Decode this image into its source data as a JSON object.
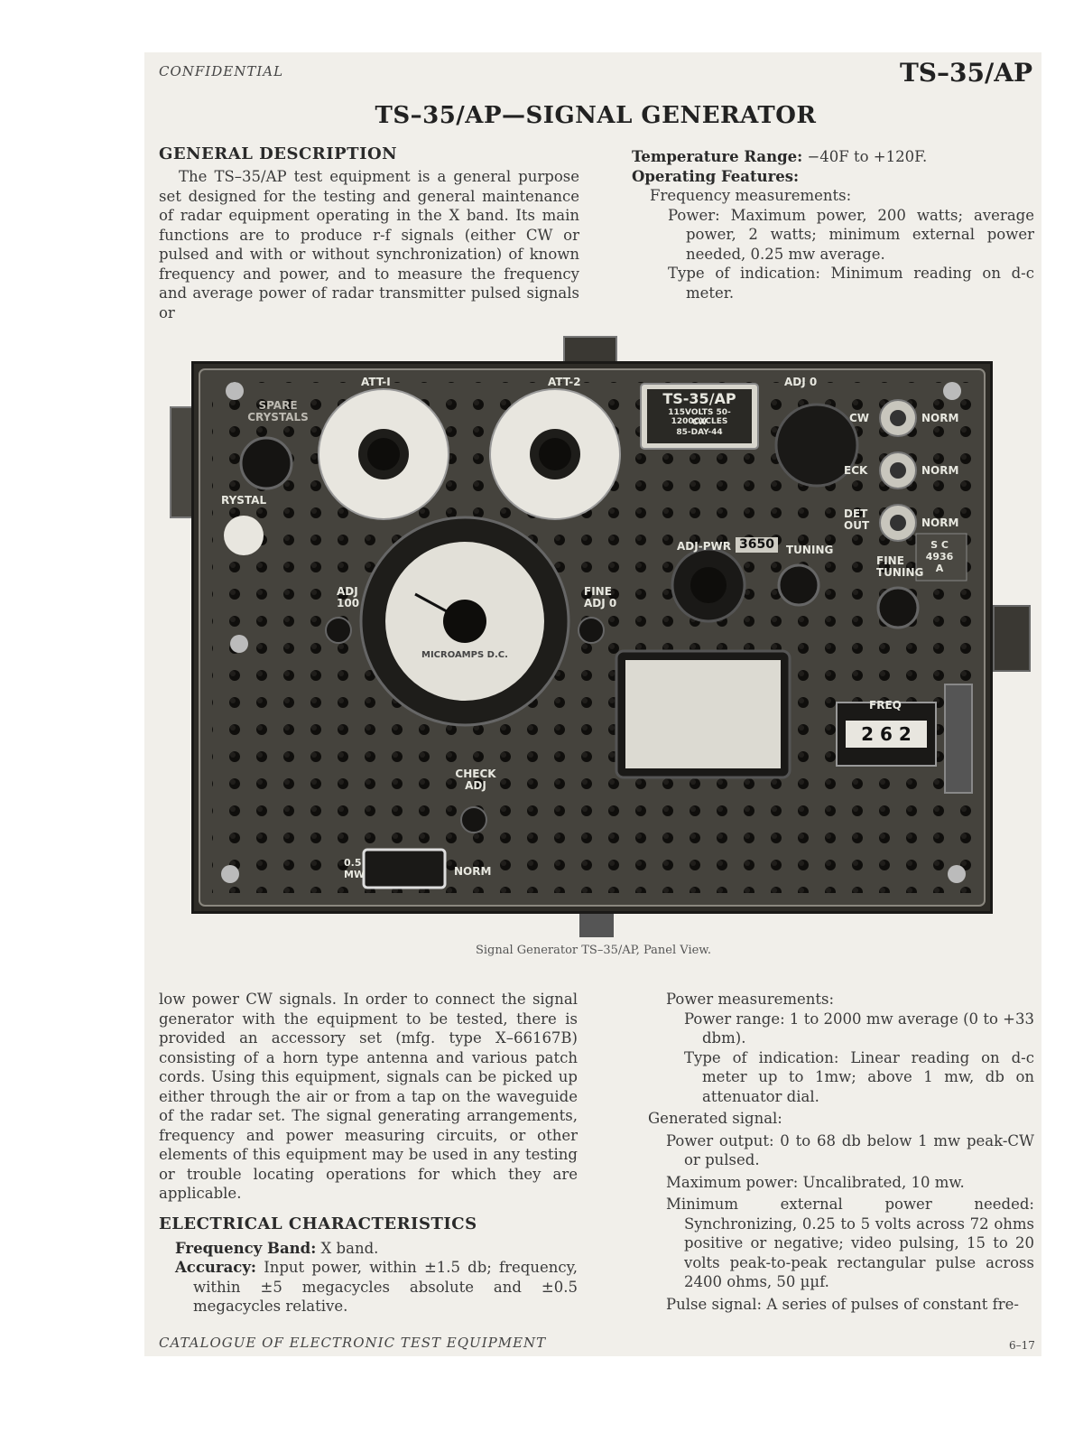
{
  "header": {
    "left": "CONFIDENTIAL",
    "right": "TS–35/AP"
  },
  "title": "TS–35/AP—SIGNAL GENERATOR",
  "general": {
    "heading": "GENERAL DESCRIPTION",
    "text": "The TS–35/AP test equipment is a general purpose set designed for the testing and general maintenance of radar equipment operating in the X band. Its main functions are to produce r-f signals (either CW or pulsed and with or without synchronization) of known frequency and power, and to measure the frequency and average power of radar transmitter pulsed signals or"
  },
  "right_top": {
    "temp_label": "Temperature Range:",
    "temp_value": "−40F to +120F.",
    "operating_label": "Operating Features:",
    "freq_meas": "Frequency measurements:",
    "power_line": "Power: Maximum power, 200 watts; average power, 2 watts; minimum external power needed, 0.25 mw average.",
    "type_line": "Type of indication: Minimum reading on d-c meter."
  },
  "photo": {
    "labels": {
      "att1": "ATT-I",
      "att2": "ATT-2",
      "adj0": "ADJ 0",
      "spare": "SPARE CRYSTALS",
      "crystal": "RYSTAL",
      "adj100": "ADJ 100",
      "fine_adj0": "FINE ADJ 0",
      "adjpwr": "ADJ-PWR",
      "reading": "3650",
      "tuning": "TUNING",
      "fine_tuning": "FINE TUNING",
      "cw": "CW",
      "norm1": "NORM",
      "eck": "ECK",
      "norm2": "NORM",
      "det_out": "DET OUT",
      "norm3": "NORM",
      "sc": "S C 4936 A",
      "freq": "FREQ",
      "counter": "2 6 2",
      "check_adj": "CHECK ADJ",
      "mw": "0.5 MW",
      "norm4": "NORM",
      "micro": "MICROAMPS D.C.",
      "plate_title": "TS-35/AP",
      "plate_l2": "115VOLTS 50-1200CYCLES",
      "plate_l3": "CW",
      "plate_l4": "85-DAY-44"
    },
    "caption": "Signal Generator TS–35/AP, Panel View."
  },
  "left_bottom": {
    "text": "low power CW signals. In order to connect the signal generator with the equipment to be tested, there is provided an accessory set (mfg. type X–66167B) consisting of a horn type antenna and various patch cords. Using this equipment, signals can be picked up either through the air or from a tap on the waveguide of the radar set. The signal generating arrangements, frequency and power measuring circuits, or other elements of this equipment may be used in any testing or trouble locating operations for which they are applicable.",
    "heading": "ELECTRICAL CHARACTERISTICS",
    "band_label": "Frequency Band:",
    "band_value": "X band.",
    "acc_label": "Accuracy:",
    "acc_value": "Input power, within ±1.5 db; frequency, within ±5 megacycles absolute and ±0.5 megacycles relative."
  },
  "right_bottom": {
    "power_meas": "Power measurements:",
    "range": "Power range: 1 to 2000 mw average (0 to +33 dbm).",
    "indication": "Type of indication: Linear reading on d-c meter up to 1mw; above 1 mw, db on attenuator dial.",
    "generated": "Generated signal:",
    "output": "Power output: 0 to 68 db below 1 mw peak-CW or pulsed.",
    "maximum": "Maximum power: Uncalibrated, 10 mw.",
    "minimum": "Minimum external power needed: Synchronizing, 0.25 to 5 volts across 72 ohms positive or negative; video pulsing, 15 to 20 volts peak-to-peak rectangular pulse across 2400 ohms, 50 µµf.",
    "pulse": "Pulse signal: A series of pulses of constant fre-"
  },
  "footer": {
    "left": "CATALOGUE OF ELECTRONIC TEST EQUIPMENT",
    "right": "6–17"
  }
}
